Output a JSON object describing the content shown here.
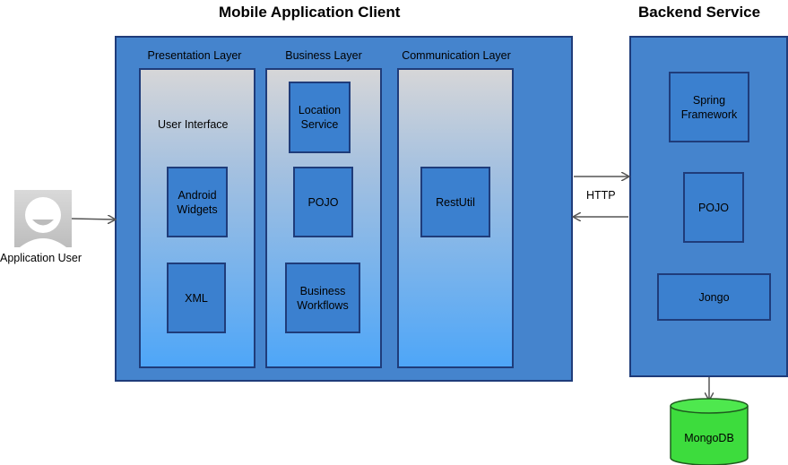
{
  "titles": {
    "mobile_client": "Mobile Application Client",
    "backend": "Backend Service"
  },
  "layers": {
    "presentation": "Presentation Layer",
    "business": "Business Layer",
    "communication": "Communication Layer"
  },
  "presentation": {
    "user_interface": "User Interface",
    "android_widgets": "Android\nWidgets",
    "xml": "XML"
  },
  "business": {
    "location_service": "Location\nService",
    "pojo": "POJO",
    "business_workflows": "Business\nWorkflows"
  },
  "communication": {
    "restutil": "RestUtil"
  },
  "backend": {
    "spring": "Spring\nFramework",
    "pojo": "POJO",
    "jongo": "Jongo",
    "mongodb": "MongoDB"
  },
  "connection": {
    "protocol": "HTTP"
  },
  "user": {
    "label": "Application User"
  },
  "colors": {
    "container_fill": "#4584cd",
    "border": "#1f3c7a",
    "component_fill": "#3b80cf",
    "database_fill": "#3ddc3d"
  }
}
